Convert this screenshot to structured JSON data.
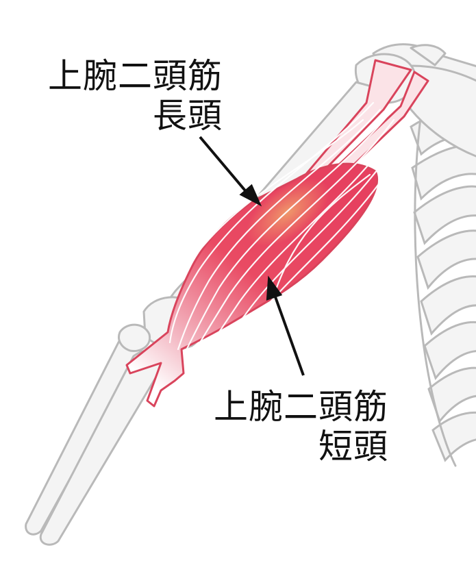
{
  "labels": {
    "long_head": {
      "line1": "上腕二頭筋",
      "line2": "長頭"
    },
    "short_head": {
      "line1": "上腕二頭筋",
      "line2": "短頭"
    }
  },
  "colors": {
    "bone_stroke": "#b9b9b9",
    "bone_fill": "#f4f4f4",
    "muscle_outline": "#d9445c",
    "muscle_red": "#e6405f",
    "muscle_orange": "#ef9a6a",
    "fiber": "#ffffff",
    "arrow": "#111111"
  }
}
